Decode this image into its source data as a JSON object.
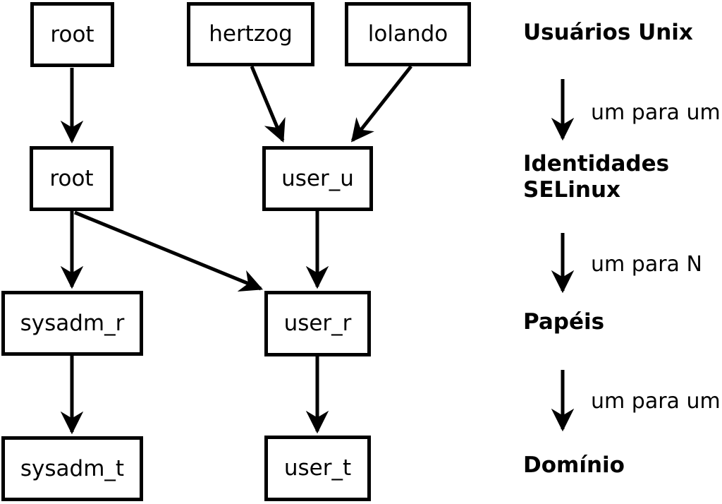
{
  "diagram": {
    "boxes": [
      {
        "id": "root-unix",
        "label": "root"
      },
      {
        "id": "hertzog",
        "label": "hertzog"
      },
      {
        "id": "lolando",
        "label": "lolando"
      },
      {
        "id": "root-selinux",
        "label": "root"
      },
      {
        "id": "user_u",
        "label": "user_u"
      },
      {
        "id": "sysadm_r",
        "label": "sysadm_r"
      },
      {
        "id": "user_r",
        "label": "user_r"
      },
      {
        "id": "sysadm_t",
        "label": "sysadm_t"
      },
      {
        "id": "user_t",
        "label": "user_t"
      }
    ],
    "edges": [
      {
        "from": "root-unix",
        "to": "root-selinux"
      },
      {
        "from": "hertzog",
        "to": "user_u"
      },
      {
        "from": "lolando",
        "to": "user_u"
      },
      {
        "from": "root-selinux",
        "to": "sysadm_r"
      },
      {
        "from": "root-selinux",
        "to": "user_r"
      },
      {
        "from": "user_u",
        "to": "user_r"
      },
      {
        "from": "sysadm_r",
        "to": "sysadm_t"
      },
      {
        "from": "user_r",
        "to": "user_t"
      }
    ],
    "colors": {
      "line": "#000000",
      "background": "#ffffff"
    }
  },
  "legend": {
    "level1": "Usuários Unix",
    "arrow1_label": "um para um",
    "level2_line1": "Identidades",
    "level2_line2": "SELinux",
    "arrow2_label": "um para N",
    "level3": "Papéis",
    "arrow3_label": "um para um",
    "level4": "Domínio"
  }
}
